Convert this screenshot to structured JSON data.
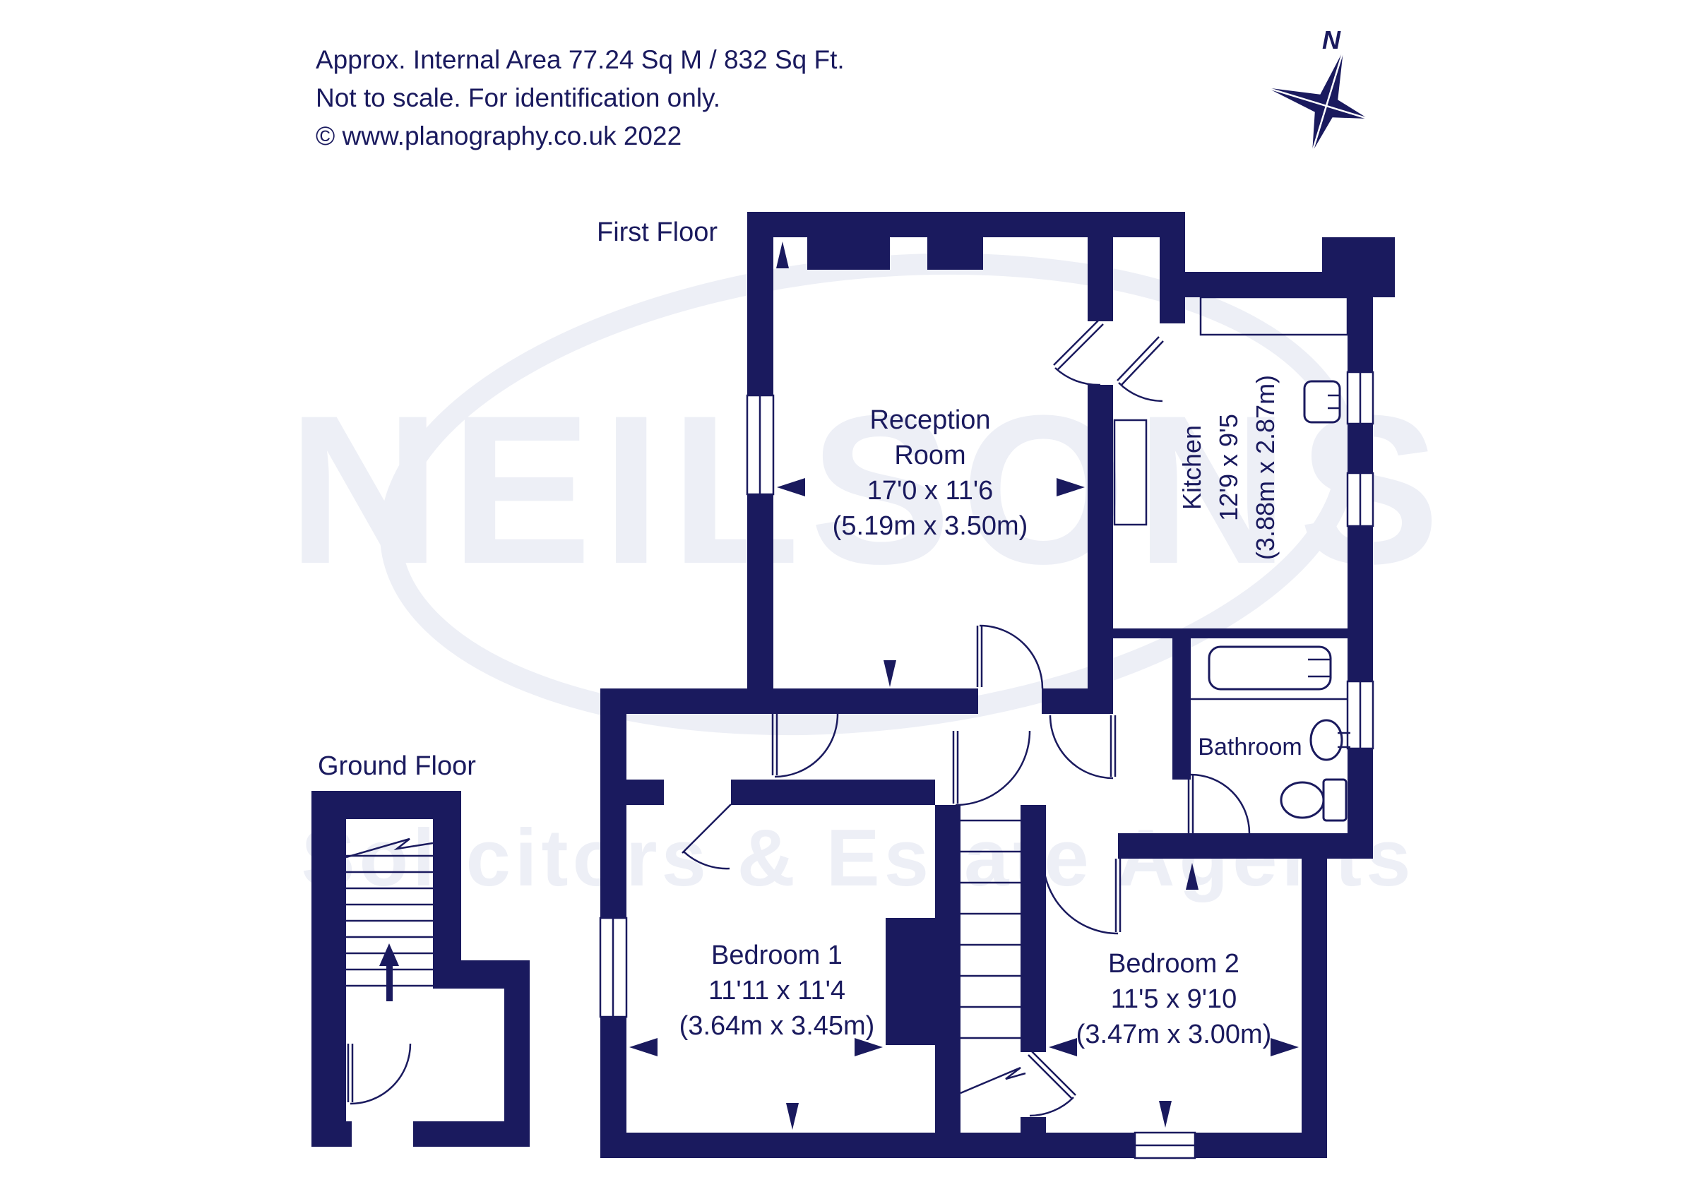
{
  "header": {
    "area_line": "Approx. Internal Area 77.24 Sq M / 832 Sq Ft.",
    "scale_line": "Not to scale. For identification only.",
    "copyright_line": "© www.planography.co.uk 2022"
  },
  "compass": {
    "north_label": "N"
  },
  "floor_labels": {
    "first": "First Floor",
    "ground": "Ground Floor"
  },
  "rooms": {
    "reception": {
      "line1": "Reception",
      "line2": "Room",
      "dims_imperial": "17'0 x 11'6",
      "dims_metric": "(5.19m x 3.50m)"
    },
    "kitchen": {
      "line1": "Kitchen",
      "dims_imperial": "12'9 x 9'5",
      "dims_metric": "(3.88m x 2.87m)"
    },
    "bathroom": {
      "line1": "Bathroom"
    },
    "bedroom1": {
      "line1": "Bedroom 1",
      "dims_imperial": "11'11 x 11'4",
      "dims_metric": "(3.64m x 3.45m)"
    },
    "bedroom2": {
      "line1": "Bedroom 2",
      "dims_imperial": "11'5 x 9'10",
      "dims_metric": "(3.47m x 3.00m)"
    }
  },
  "watermark": {
    "brand": "NEILSONS",
    "tagline": "Solicitors & Estate Agents"
  },
  "colors": {
    "navy": "#1a1a5e",
    "watermark_light": "#edeff6"
  }
}
